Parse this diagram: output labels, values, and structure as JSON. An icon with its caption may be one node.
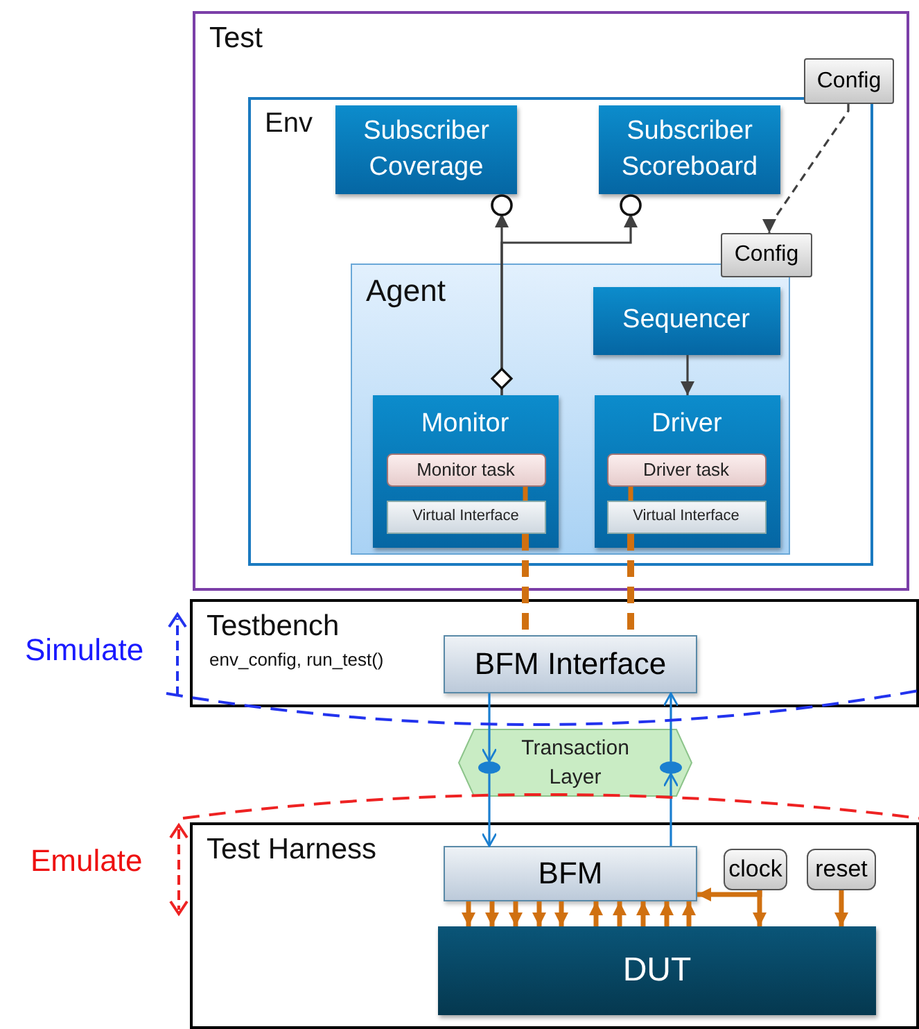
{
  "diagram": {
    "nodes": [
      {
        "text": [
          "Test"
        ]
      },
      {
        "text": [
          "Env"
        ],
        "in": 0
      },
      {
        "text": [
          "Config"
        ],
        "in": 0
      },
      {
        "text": [
          "Subscriber Coverage"
        ],
        "in": 1
      },
      {
        "text": [
          "Subscriber Scoreboard"
        ],
        "in": 1
      },
      {
        "text": [
          "Config"
        ],
        "in": 1
      },
      {
        "text": [
          "Agent"
        ],
        "in": 1
      },
      {
        "text": [
          "Sequencer"
        ],
        "in": 6
      },
      {
        "text": [
          "Monitor"
        ],
        "in": 6
      },
      {
        "text": [
          "Monitor task"
        ],
        "in": 8
      },
      {
        "text": [
          "Virtual Interface"
        ],
        "in": 8
      },
      {
        "text": [
          "Driver"
        ],
        "in": 6
      },
      {
        "text": [
          "Driver task"
        ],
        "in": 11
      },
      {
        "text": [
          "Virtual Interface"
        ],
        "in": 11
      },
      {
        "text": [
          "Testbench",
          "env_config, run_test()"
        ]
      },
      {
        "text": [
          "BFM Interface"
        ],
        "in": 14
      },
      {
        "text": [
          "Transaction Layer"
        ]
      },
      {
        "text": [],
        "shape": "ellipse",
        "in": 16
      },
      {
        "text": [],
        "shape": "ellipse",
        "in": 16
      },
      {
        "text": [
          "Test Harness"
        ]
      },
      {
        "text": [
          "BFM"
        ],
        "in": 19
      },
      {
        "text": [
          "clock"
        ],
        "in": 19
      },
      {
        "text": [
          "reset"
        ],
        "in": 19
      },
      {
        "text": [
          "DUT"
        ],
        "in": 19
      }
    ],
    "edges": [
      {
        "from": 2,
        "to": 5,
        "arrow": "to",
        "style": "dashed",
        "color": "#404040"
      },
      {
        "from": 8,
        "to": 3,
        "arrow": "to",
        "color": "#404040"
      },
      {
        "from": 8,
        "to": 4,
        "arrow": "to",
        "color": "#404040"
      },
      {
        "from": 7,
        "to": 11,
        "arrow": "to",
        "color": "#404040"
      },
      {
        "from": 9,
        "to": 10,
        "arrow": "none"
      },
      {
        "from": 10,
        "to": 15,
        "arrow": "none",
        "style": "dashed"
      },
      {
        "from": 12,
        "to": 13,
        "arrow": "none"
      },
      {
        "from": 13,
        "to": 15,
        "arrow": "none",
        "style": "dashed"
      },
      {
        "from": 15,
        "to": 17,
        "arrow": "to",
        "color": "#1a7fd0"
      },
      {
        "from": 17,
        "to": 20,
        "arrow": "to",
        "color": "#1a7fd0"
      },
      {
        "from": 20,
        "to": 18,
        "arrow": "to",
        "color": "#1a7fd0"
      },
      {
        "from": 18,
        "to": 15,
        "arrow": "to",
        "color": "#1a7fd0"
      },
      {
        "from": 21,
        "to": 20,
        "arrow": "to"
      },
      {
        "from": 21,
        "to": 23,
        "arrow": "to"
      },
      {
        "from": 22,
        "to": 23,
        "arrow": "to"
      },
      {
        "from": 20,
        "to": 23,
        "arrow": "to"
      },
      {
        "from": 20,
        "to": 23,
        "arrow": "to"
      },
      {
        "from": 20,
        "to": 23,
        "arrow": "to"
      },
      {
        "from": 20,
        "to": 23,
        "arrow": "to"
      },
      {
        "from": 20,
        "to": 23,
        "arrow": "to"
      },
      {
        "from": 23,
        "to": 20,
        "arrow": "to"
      },
      {
        "from": 23,
        "to": 20,
        "arrow": "to"
      },
      {
        "from": 23,
        "to": 20,
        "arrow": "to"
      },
      {
        "from": 23,
        "to": 20,
        "arrow": "to"
      },
      {
        "from": 23,
        "to": 20,
        "arrow": "to"
      }
    ],
    "labels": [
      "Simulate",
      "Emulate"
    ]
  }
}
